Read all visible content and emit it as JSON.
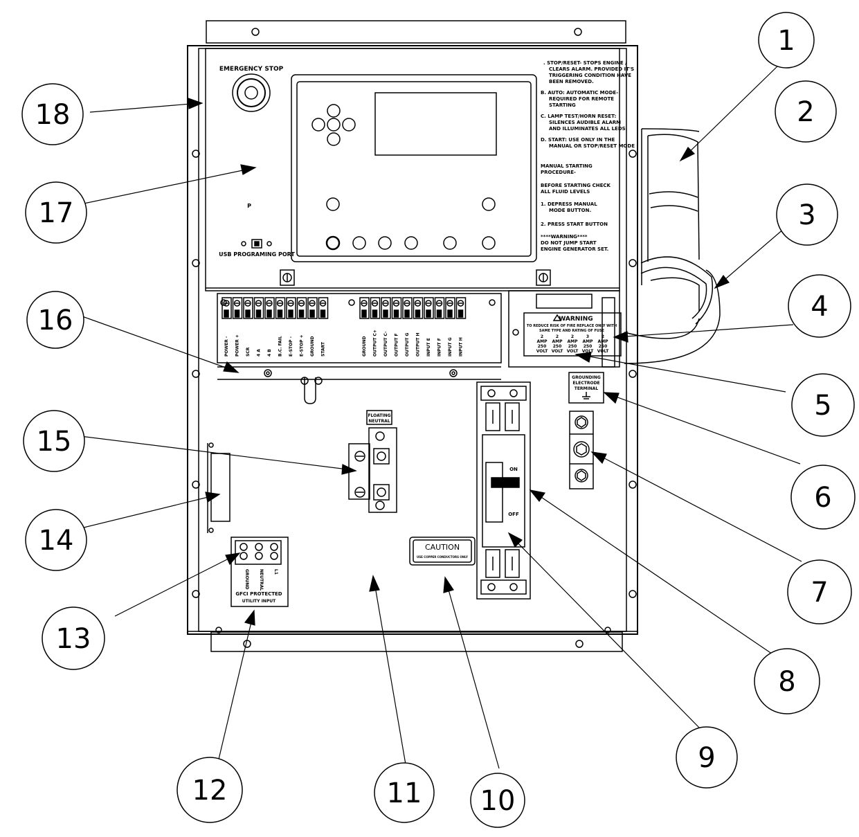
{
  "callouts": [
    "1",
    "2",
    "3",
    "4",
    "5",
    "6",
    "7",
    "8",
    "9",
    "10",
    "11",
    "12",
    "13",
    "14",
    "15",
    "16",
    "17",
    "18"
  ],
  "panel": {
    "emergency_stop": "EMERGENCY STOP",
    "p_label": "P",
    "usb_port": "USB PROGRAMING PORT"
  },
  "instructions": [
    ". STOP/RESET- STOPS ENGINE /",
    "CLEARS ALARM. PROVIDED IT'S",
    "TRIGGERING CONDITION HAVE",
    "BEEN REMOVED.",
    "B. AUTO: AUTOMATIC MODE-",
    "REQUIRED FOR REMOTE",
    "STARTING",
    "C. LAMP TEST/HORN RESET:",
    "SILENCES AUDIBLE ALARM",
    "AND ILLUMINATES ALL LEDS.",
    "D. START: USE ONLY IN THE",
    "MANUAL OR STOP/RESET MODE",
    "MANUAL STARTING",
    "PROCEDURE-",
    "BEFORE STARTING CHECK",
    "ALL FLUID LEVELS",
    "1. DEPRESS MANUAL",
    "MODE BUTTON.",
    "2. PRESS START BUTTON",
    "****WARNING****",
    "DO NOT JUMP START",
    "ENGINE GENERATOR SET."
  ],
  "terminals_left": [
    "POWER -",
    "POWER +",
    "SCR",
    "4 A",
    "4 B",
    "B.C. FAIL",
    "E-STOP -",
    "E-STOP +",
    "GROUND",
    "START"
  ],
  "terminals_right": [
    "GROUND",
    "OUTPUT C+",
    "OUTPUT C-",
    "OUTPUT F",
    "OUTPUT G",
    "OUTPUT H",
    "INPUT E",
    "INPUT F",
    "INPUT G",
    "INPUT H"
  ],
  "warning": {
    "title": "WARNING",
    "line1": "TO REDUCE RISK OF FIRE REPLACE ONLY WITH",
    "line2": "SAME TYPE AND RATING OF FUSE",
    "fuses": [
      {
        "amp": "2",
        "a": "AMP",
        "v": "250",
        "vu": "VOLT"
      },
      {
        "amp": "2",
        "a": "AMP",
        "v": "250",
        "vu": "VOLT"
      },
      {
        "amp": "2",
        "a": "AMP",
        "v": "250",
        "vu": "VOLT"
      },
      {
        "amp": "3",
        "a": "AMP",
        "v": "250",
        "vu": "VOLT"
      },
      {
        "amp": "2",
        "a": "AMP",
        "v": "250",
        "vu": "VOLT"
      }
    ]
  },
  "grounding": [
    "GROUNDING",
    "ELECTRODE",
    "TERMINAL"
  ],
  "floating_neutral": [
    "FLOATING",
    "NEUTRAL"
  ],
  "breaker": {
    "on": "ON",
    "off": "OFF"
  },
  "caution": {
    "title": "CAUTION",
    "subtitle": "USE COPPER CONDUCTORS ONLY"
  },
  "gfci": {
    "terminals": [
      "GROUND",
      "NEUTRAL",
      "L1"
    ],
    "label1": "GFCI PROTECTED",
    "label2": "UTILITY INPUT"
  }
}
